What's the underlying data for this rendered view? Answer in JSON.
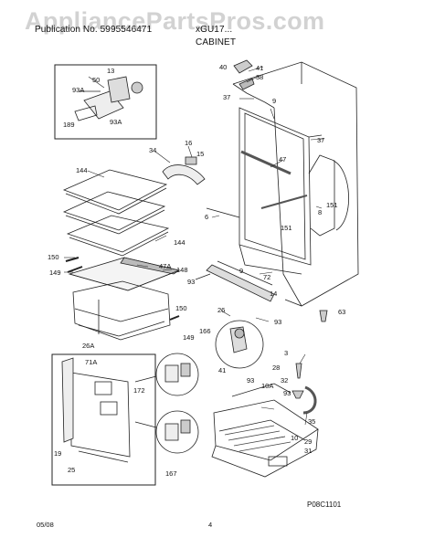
{
  "header": {
    "left_text": "Publication No. 5995546471",
    "model_text": "xGU17...",
    "section_title": "CABINET"
  },
  "watermark": {
    "text": "AppliancePartsPros.com"
  },
  "diagram_id": "P08C1101",
  "footer": {
    "date": "05/08",
    "page": "4"
  },
  "callouts": [
    {
      "id": "c13",
      "text": "13"
    },
    {
      "id": "c50",
      "text": "50"
    },
    {
      "id": "c93a1",
      "text": "93A"
    },
    {
      "id": "c189",
      "text": "189"
    },
    {
      "id": "c93a2",
      "text": "93A"
    },
    {
      "id": "c40",
      "text": "40"
    },
    {
      "id": "c41a",
      "text": "41"
    },
    {
      "id": "c38",
      "text": "38"
    },
    {
      "id": "c37a",
      "text": "37"
    },
    {
      "id": "c9a",
      "text": "9"
    },
    {
      "id": "c37b",
      "text": "37"
    },
    {
      "id": "c16",
      "text": "16"
    },
    {
      "id": "c34",
      "text": "34"
    },
    {
      "id": "c15",
      "text": "15"
    },
    {
      "id": "c47",
      "text": "47"
    },
    {
      "id": "c144a",
      "text": "144"
    },
    {
      "id": "c151a",
      "text": "151"
    },
    {
      "id": "c8",
      "text": "8"
    },
    {
      "id": "c6",
      "text": "6"
    },
    {
      "id": "c151b",
      "text": "151"
    },
    {
      "id": "c144b",
      "text": "144"
    },
    {
      "id": "c150a",
      "text": "150"
    },
    {
      "id": "c149a",
      "text": "149"
    },
    {
      "id": "c47a",
      "text": "47A"
    },
    {
      "id": "c148",
      "text": "148"
    },
    {
      "id": "c9b",
      "text": "9"
    },
    {
      "id": "c93a",
      "text": "93"
    },
    {
      "id": "c72",
      "text": "72"
    },
    {
      "id": "c14",
      "text": "14"
    },
    {
      "id": "c26",
      "text": "26"
    },
    {
      "id": "c93b",
      "text": "93"
    },
    {
      "id": "c63",
      "text": "63"
    },
    {
      "id": "c150b",
      "text": "150"
    },
    {
      "id": "c26a",
      "text": "26A"
    },
    {
      "id": "c166",
      "text": "166"
    },
    {
      "id": "c149b",
      "text": "149"
    },
    {
      "id": "c71a",
      "text": "71A"
    },
    {
      "id": "c3",
      "text": "3"
    },
    {
      "id": "c41b",
      "text": "41"
    },
    {
      "id": "c28",
      "text": "28"
    },
    {
      "id": "c32",
      "text": "32"
    },
    {
      "id": "c172",
      "text": "172"
    },
    {
      "id": "c93c",
      "text": "93"
    },
    {
      "id": "c10a",
      "text": "10A"
    },
    {
      "id": "c93d",
      "text": "93"
    },
    {
      "id": "c35",
      "text": "35"
    },
    {
      "id": "c19",
      "text": "19"
    },
    {
      "id": "c25",
      "text": "25"
    },
    {
      "id": "c167",
      "text": "167"
    },
    {
      "id": "c10",
      "text": "10"
    },
    {
      "id": "c29",
      "text": "29"
    },
    {
      "id": "c31",
      "text": "31"
    }
  ]
}
